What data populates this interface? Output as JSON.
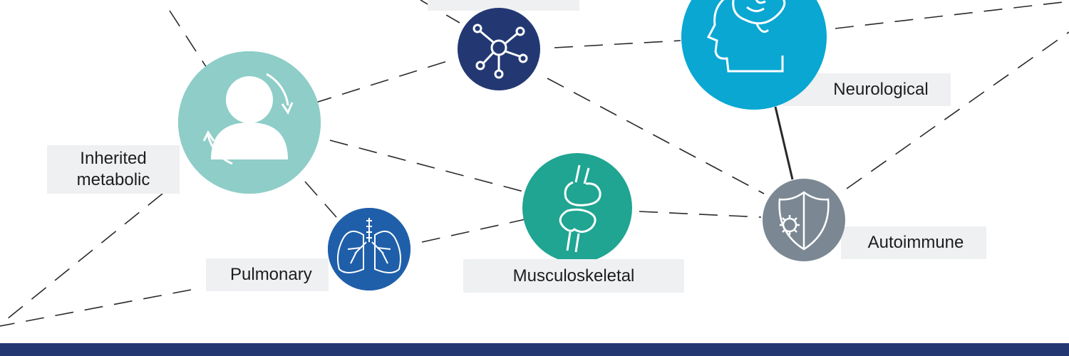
{
  "colors": {
    "inherited_metabolic": "#8ecdc8",
    "network": "#233873",
    "neurological": "#09a7d2",
    "musculoskeletal": "#1fa592",
    "pulmonary": "#1f5faa",
    "autoimmune": "#7b8893",
    "label_bg": "#eef0f2",
    "connector": "#2a2a2a",
    "footer": "#233873"
  },
  "nodes": {
    "inherited_metabolic": {
      "label_line1": "Inherited",
      "label_line2": "metabolic",
      "icon": "person-cycle-icon"
    },
    "network": {
      "icon": "network-hub-icon"
    },
    "neurological": {
      "label": "Neurological",
      "icon": "brain-head-icon"
    },
    "musculoskeletal": {
      "label": "Musculoskeletal",
      "icon": "joint-bone-icon"
    },
    "pulmonary": {
      "label": "Pulmonary",
      "icon": "lungs-icon"
    },
    "autoimmune": {
      "label": "Autoimmune",
      "icon": "shield-virus-icon"
    }
  }
}
